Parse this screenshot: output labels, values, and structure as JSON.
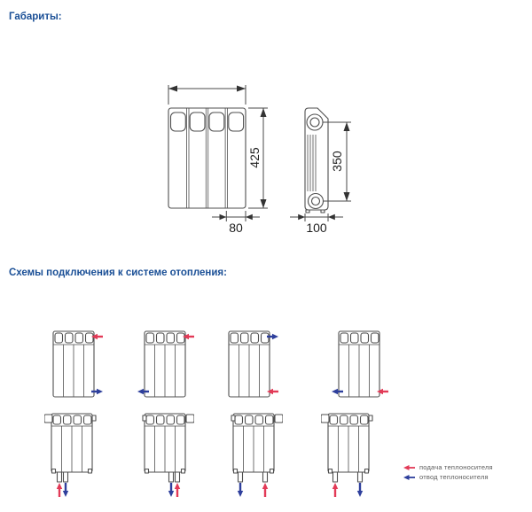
{
  "headings": {
    "dimensions": "Габариты:",
    "schemes": "Схемы подключения к системе отопления:"
  },
  "drawing": {
    "front_view": {
      "description": "radiator front view, 4 sections, overall width dimension unlabeled",
      "height_label": "425",
      "section_width_label": "80"
    },
    "side_view": {
      "description": "single section side profile with top and bottom ports",
      "port_spacing_label": "350",
      "depth_label": "100"
    }
  },
  "schemes": [
    {
      "position": "row1-1",
      "supply": "top-right, into radiator",
      "return": "bottom-right, out of radiator"
    },
    {
      "position": "row1-2",
      "supply": "top-right, into radiator",
      "return": "bottom-left, out of radiator"
    },
    {
      "position": "row1-3",
      "supply": "bottom-right, into radiator",
      "return": "top-right, out of radiator"
    },
    {
      "position": "row1-4",
      "supply": "bottom-right, into radiator",
      "return": "bottom-left, out of radiator"
    },
    {
      "position": "row2-1",
      "valve": "top-left",
      "supply": "bottom-left pipe, upward",
      "return": "bottom-left pipe, downward"
    },
    {
      "position": "row2-2",
      "valve": "top-right",
      "supply": "bottom-right pipe, upward",
      "return": "bottom-right pipe, downward"
    },
    {
      "position": "row2-3",
      "valve": "top-right",
      "supply": "bottom-right pipe, upward",
      "return": "bottom-left pipe, downward"
    },
    {
      "position": "row2-4",
      "valve": "top-left",
      "supply": "bottom-left pipe, upward",
      "return": "bottom-right pipe, downward"
    }
  ],
  "legend": {
    "supply": {
      "label": "подача теплоносителя",
      "color": "#e23a57"
    },
    "return": {
      "label": "отвод теплоносителя",
      "color": "#2e3f9c"
    }
  },
  "colors": {
    "heading": "#1a4f96",
    "line": "#4f4f4f",
    "supply": "#e23a57",
    "return": "#2e3f9c",
    "legend_text": "#5a5a5a"
  }
}
